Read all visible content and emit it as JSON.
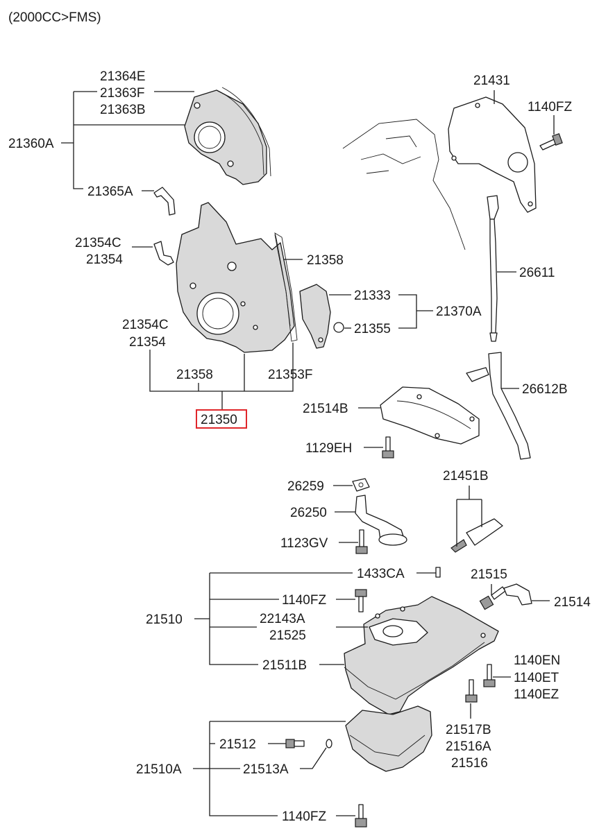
{
  "header": {
    "variant": "(2000CC>FMS)"
  },
  "colors": {
    "highlight": "#e0262a",
    "ink": "#1a1a1a",
    "part_fill": "#d9d9d9"
  },
  "labels": {
    "p21364E": "21364E",
    "p21363F": "21363F",
    "p21363B": "21363B",
    "p21360A": "21360A",
    "p21365A": "21365A",
    "p21354C_a": "21354C",
    "p21354_a": "21354",
    "p21358_a": "21358",
    "p21354C_b": "21354C",
    "p21354_b": "21354",
    "p21333": "21333",
    "p21355": "21355",
    "p21370A": "21370A",
    "p21358_b": "21358",
    "p21353F": "21353F",
    "p21350": "21350",
    "p21431": "21431",
    "p1140FZ_a": "1140FZ",
    "p26611": "26611",
    "p26612B": "26612B",
    "p21514B": "21514B",
    "p1129EH": "1129EH",
    "p26259": "26259",
    "p26250": "26250",
    "p1123GV": "1123GV",
    "p21451B": "21451B",
    "p1433CA": "1433CA",
    "p21515": "21515",
    "p21514": "21514",
    "p21510": "21510",
    "p1140FZ_b": "1140FZ",
    "p22143A": "22143A",
    "p21525": "21525",
    "p21511B": "21511B",
    "p1140EN": "1140EN",
    "p1140ET": "1140ET",
    "p1140EZ": "1140EZ",
    "p21517B": "21517B",
    "p21516A": "21516A",
    "p21516": "21516",
    "p21512": "21512",
    "p21510A": "21510A",
    "p21513A": "21513A",
    "p1140FZ_c": "1140FZ"
  }
}
